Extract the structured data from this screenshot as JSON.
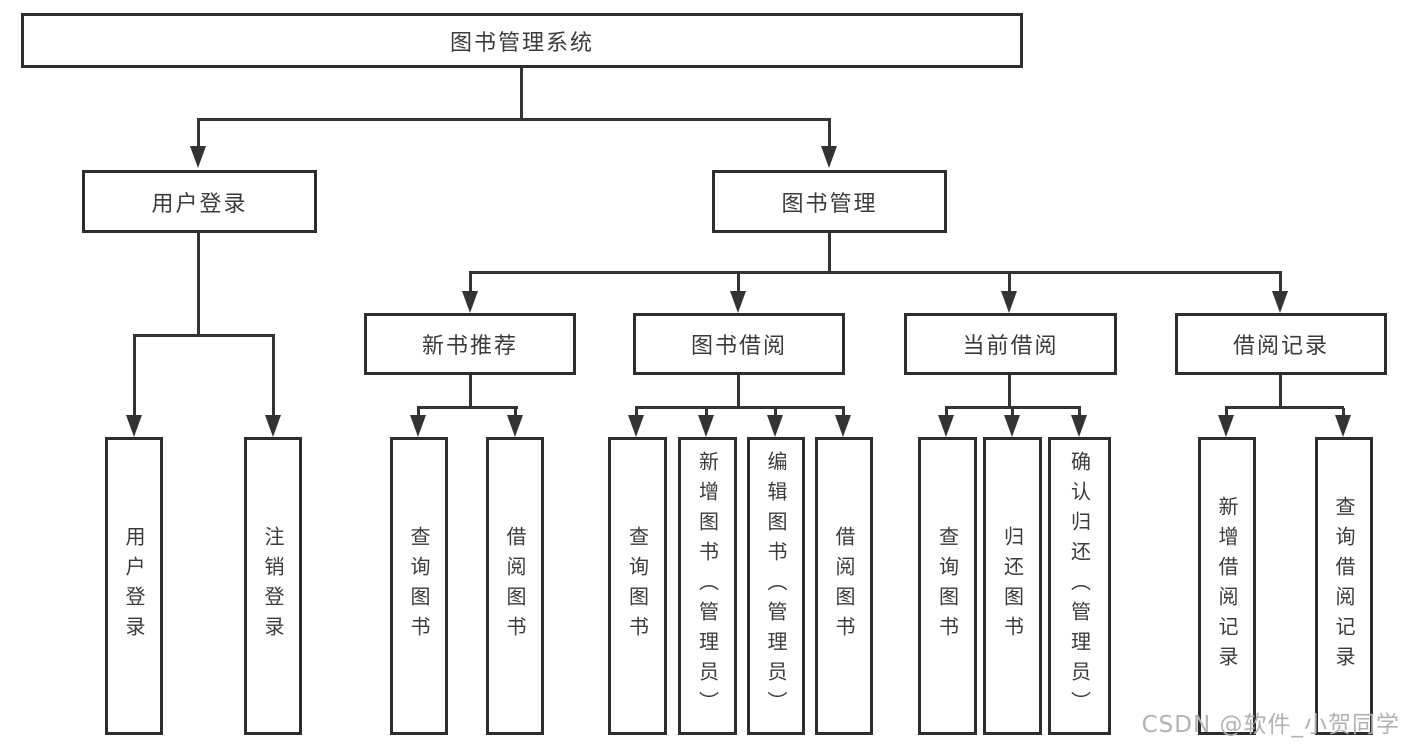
{
  "tree": {
    "root": {
      "label": "图书管理系统",
      "children": [
        {
          "label": "用户登录",
          "children": [
            {
              "label": "用户登录"
            },
            {
              "label": "注销登录"
            }
          ]
        },
        {
          "label": "图书管理",
          "children": [
            {
              "label": "新书推荐",
              "children": [
                {
                  "label": "查询图书"
                },
                {
                  "label": "借阅图书"
                }
              ]
            },
            {
              "label": "图书借阅",
              "children": [
                {
                  "label": "查询图书"
                },
                {
                  "label": "新增图书（管理员）"
                },
                {
                  "label": "编辑图书（管理员）"
                },
                {
                  "label": "借阅图书"
                }
              ]
            },
            {
              "label": "当前借阅",
              "children": [
                {
                  "label": "查询图书"
                },
                {
                  "label": "归还图书"
                },
                {
                  "label": "确认归还（管理员）"
                }
              ]
            },
            {
              "label": "借阅记录",
              "children": [
                {
                  "label": "新增借阅记录"
                },
                {
                  "label": "查询借阅记录"
                }
              ]
            }
          ]
        }
      ]
    }
  },
  "watermark": {
    "text": "CSDN @软件_小贺同学"
  },
  "colors": {
    "line": "#333333",
    "box_border": "#2d2d2d",
    "text": "#3b3b3b",
    "background": "#ffffff",
    "watermark": "#b2b2b2"
  }
}
